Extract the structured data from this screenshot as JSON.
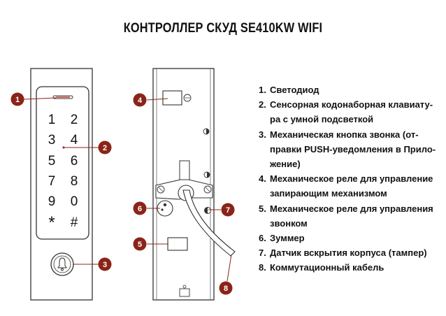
{
  "title": "КОНТРОЛЛЕР СКУД SE410KW WIFI",
  "keypad": {
    "keys": [
      "1",
      "2",
      "3",
      "4",
      "5",
      "6",
      "7",
      "8",
      "9",
      "0",
      "*",
      "#"
    ]
  },
  "callouts": [
    "1",
    "2",
    "3",
    "4",
    "5",
    "6",
    "7",
    "8"
  ],
  "legend": [
    {
      "num": "1.",
      "lines": [
        "Светодиод"
      ]
    },
    {
      "num": "2.",
      "lines": [
        "Сенсорная кодонаборная клавиату-",
        "ра с умной подсветкой"
      ]
    },
    {
      "num": "3.",
      "lines": [
        "Механическая кнопка звонка (от-",
        "правки PUSH-уведомления в Прило-",
        "жение)"
      ]
    },
    {
      "num": "4.",
      "lines": [
        "Механическое реле для управление",
        "запирающим механизмом"
      ]
    },
    {
      "num": "5.",
      "lines": [
        "Механическое реле для управления",
        "звонком"
      ]
    },
    {
      "num": "6.",
      "lines": [
        "Зуммер"
      ]
    },
    {
      "num": "7.",
      "lines": [
        "Датчик вскрытия корпуса (тампер)"
      ]
    },
    {
      "num": "8.",
      "lines": [
        "Коммутационный кабель"
      ]
    }
  ],
  "colors": {
    "callout": "#8b2418",
    "leader": "#8b2418",
    "outline": "#333333",
    "led": "#c0392b"
  },
  "icons": {
    "bell": "bell-icon"
  }
}
